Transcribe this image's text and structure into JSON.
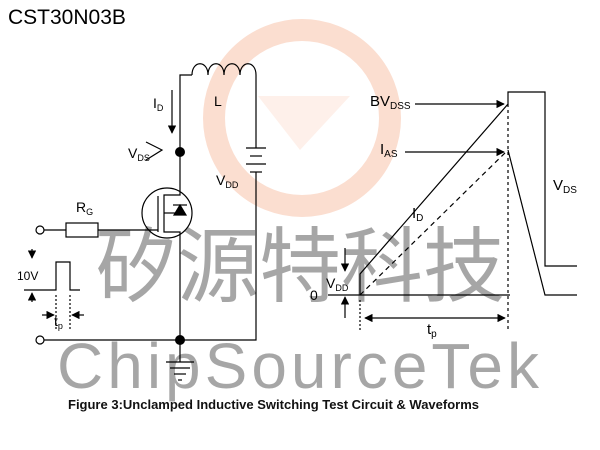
{
  "header": {
    "part_number": "CST30N03B"
  },
  "caption": "Figure 3:Unclamped Inductive Switching Test Circuit & Waveforms",
  "watermark": {
    "chinese": "矽源特科技",
    "english": "ChipSourceTek"
  },
  "circuit": {
    "inductor_label": "L",
    "current_label": {
      "main": "I",
      "sub": "D"
    },
    "vds_label": {
      "main": "V",
      "sub": "DS"
    },
    "vdd_label": {
      "main": "V",
      "sub": "DD"
    },
    "gate_resistor_label": {
      "main": "R",
      "sub": "G"
    },
    "pulse_amplitude": "10V",
    "pulse_width_label": {
      "main": "t",
      "sub": "p"
    }
  },
  "waveform": {
    "bvdss_label": {
      "main": "BV",
      "sub": "DSS"
    },
    "ias_label": {
      "main": "I",
      "sub": "AS"
    },
    "id_label": {
      "main": "I",
      "sub": "D"
    },
    "vds_label": {
      "main": "V",
      "sub": "DS"
    },
    "vdd_label": {
      "main": "V",
      "sub": "DD"
    },
    "zero_label": "0",
    "tp_label": {
      "main": "t",
      "sub": "p"
    }
  }
}
